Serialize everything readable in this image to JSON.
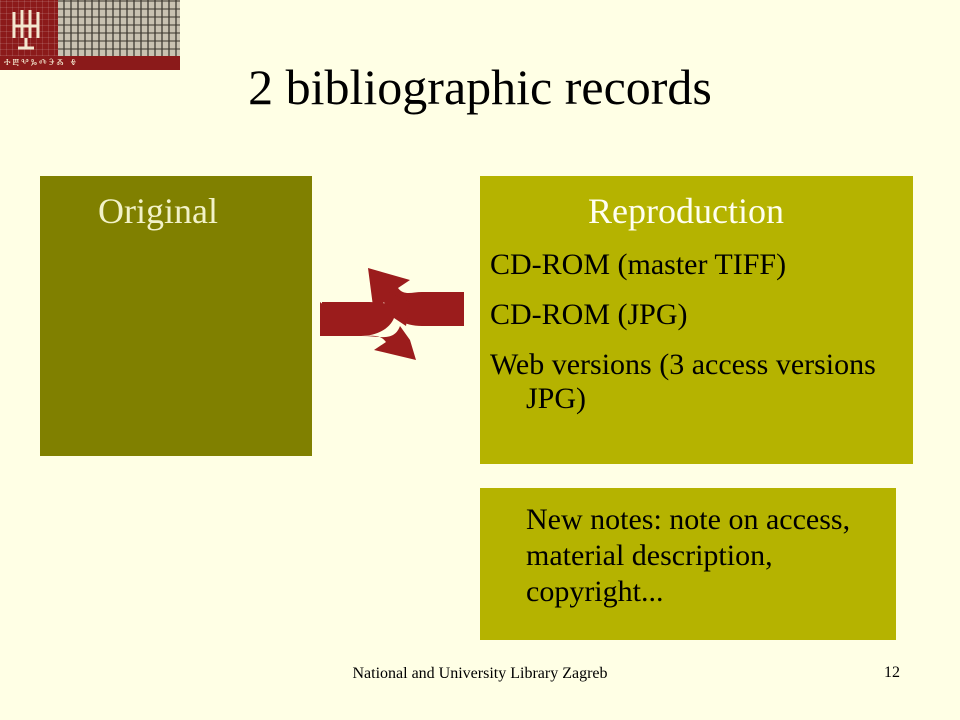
{
  "slide": {
    "title": "2 bibliographic records",
    "original_label": "Original",
    "reproduction_label": "Reproduction",
    "reproduction_items": [
      "CD-ROM (master TIFF)",
      "CD-ROM (JPG)",
      "Web versions (3 access versions JPG)"
    ],
    "notes": "New notes: note on access, material description, copyright...",
    "footer": "National and University Library Zagreb",
    "page_number": "12"
  },
  "icons": {
    "logo": "library-logo-icon",
    "arrows": "exchange-arrows-icon"
  },
  "colors": {
    "background": "#ffffe5",
    "original_box": "#808000",
    "reproduction_box": "#b5b300",
    "arrows": "#9b1c1c"
  }
}
